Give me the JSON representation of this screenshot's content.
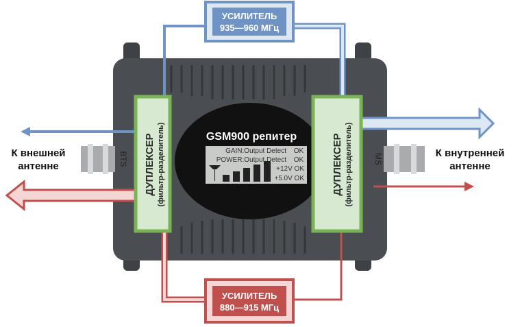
{
  "title": "GSM900 репитер",
  "lcd": {
    "line1_label": "GAIN:Output Detect",
    "line1_status": "OK",
    "line2_label": "POWER:Output Detect",
    "line2_status": "OK",
    "line3": "+12V OK",
    "line4": "+5.0V OK",
    "signal_bars": 5
  },
  "amplifier_top": {
    "line1": "УСИЛИТЕЛЬ",
    "line2": "935—960 МГц"
  },
  "amplifier_bottom": {
    "line1": "УСИЛИТЕЛЬ",
    "line2": "880—915 МГц"
  },
  "duplexer_left": {
    "line1": "ДУПЛЕКСЕР",
    "line2": "(фильтр-разделитель)"
  },
  "duplexer_right": {
    "line1": "ДУПЛЕКСЕР",
    "line2": "(фильтр-разделитель)"
  },
  "external_antenna": {
    "line1": "К внешней",
    "line2": "антенне"
  },
  "internal_antenna": {
    "line1": "К внутренней",
    "line2": "антенне"
  },
  "port_left": "BTS",
  "port_right": "MS",
  "colors": {
    "downlink": "#6f93c4",
    "uplink": "#c0504d",
    "duplexer_border": "#7ab356",
    "duplexer_fill": "#d7e9d1",
    "body": "#4a4d52"
  }
}
